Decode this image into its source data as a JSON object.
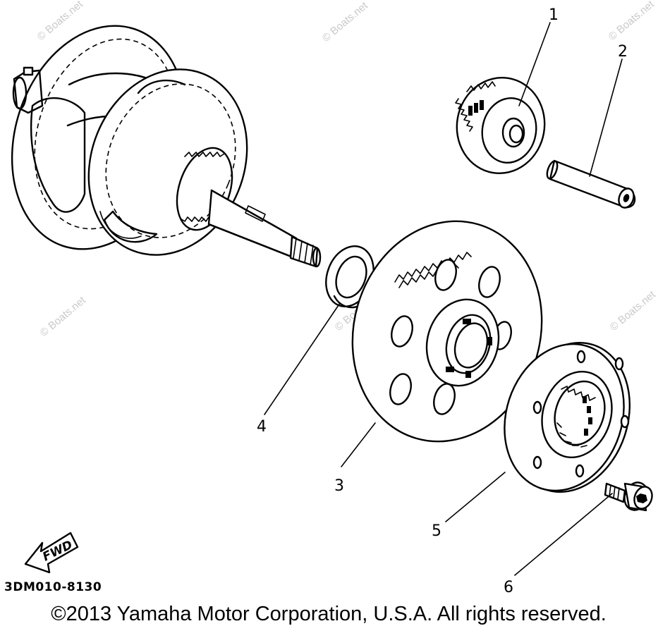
{
  "watermark": "© Boats.net",
  "callouts": [
    "1",
    "2",
    "3",
    "4",
    "5",
    "6"
  ],
  "diagram_code": "3DM010-8130",
  "direction_label": "FWD",
  "copyright": "©2013 Yamaha Motor Corporation, U.S.A. All rights reserved."
}
